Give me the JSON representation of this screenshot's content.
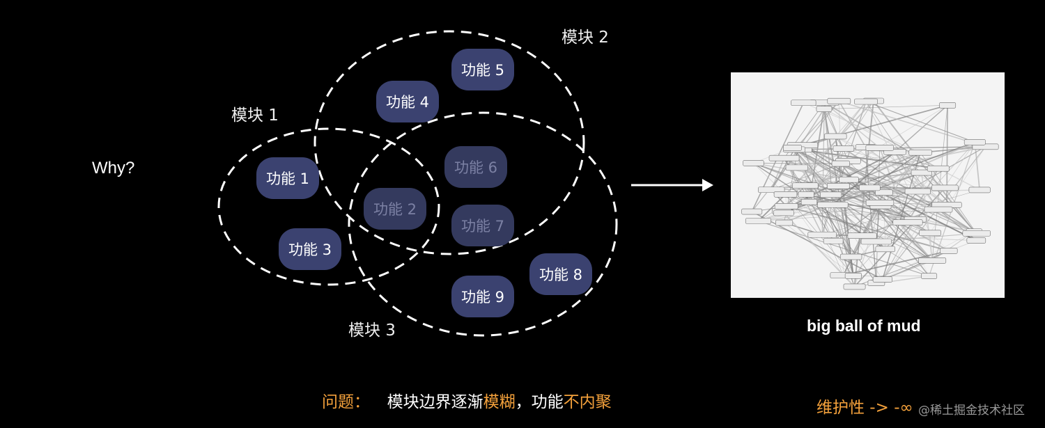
{
  "why": "Why?",
  "modules": {
    "m1": "模块 1",
    "m2": "模块 2",
    "m3": "模块 3"
  },
  "functions": [
    {
      "id": "f1",
      "label": "功能 1",
      "faded": false
    },
    {
      "id": "f2",
      "label": "功能 2",
      "faded": true
    },
    {
      "id": "f3",
      "label": "功能 3",
      "faded": false
    },
    {
      "id": "f4",
      "label": "功能 4",
      "faded": false
    },
    {
      "id": "f5",
      "label": "功能 5",
      "faded": false
    },
    {
      "id": "f6",
      "label": "功能 6",
      "faded": true
    },
    {
      "id": "f7",
      "label": "功能 7",
      "faded": true
    },
    {
      "id": "f8",
      "label": "功能 8",
      "faded": false
    },
    {
      "id": "f9",
      "label": "功能 9",
      "faded": false
    }
  ],
  "mud_caption": "big ball of mud",
  "problem": {
    "label": "问题：",
    "part1": "模块边界逐渐",
    "highlight1": "模糊",
    "part2": "，功能",
    "highlight2": "不内聚"
  },
  "maintainability": "维护性 -> -∞",
  "watermark": "@稀土掘金技术社区",
  "colors": {
    "background": "#000000",
    "node_fill": "#3b4270",
    "node_faded_text": "#7c81a4",
    "accent_orange": "#f4a13b"
  }
}
